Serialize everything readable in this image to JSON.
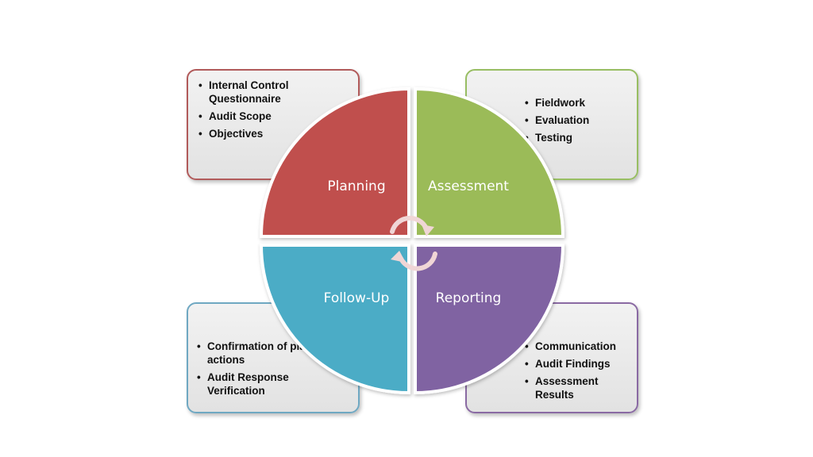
{
  "quadrants": {
    "planning": {
      "label": "Planning",
      "color": "#c0504d",
      "items": [
        "Internal Control Questionnaire",
        "Audit Scope",
        "Objectives"
      ]
    },
    "assessment": {
      "label": "Assessment",
      "color": "#9bbb59",
      "items": [
        "Fieldwork",
        "Evaluation",
        "Testing"
      ]
    },
    "followup": {
      "label": "Follow-Up",
      "color": "#4bacc6",
      "items": [
        "Confirmation of planned actions",
        "Audit Response Verification"
      ]
    },
    "reporting": {
      "label": "Reporting",
      "color": "#8064a2",
      "items": [
        "Communication",
        "Audit Findings",
        "Assessment Results"
      ]
    }
  },
  "cycle_arrows": {
    "color": "#f0d6d6",
    "icon": "circular-arrows-icon"
  }
}
